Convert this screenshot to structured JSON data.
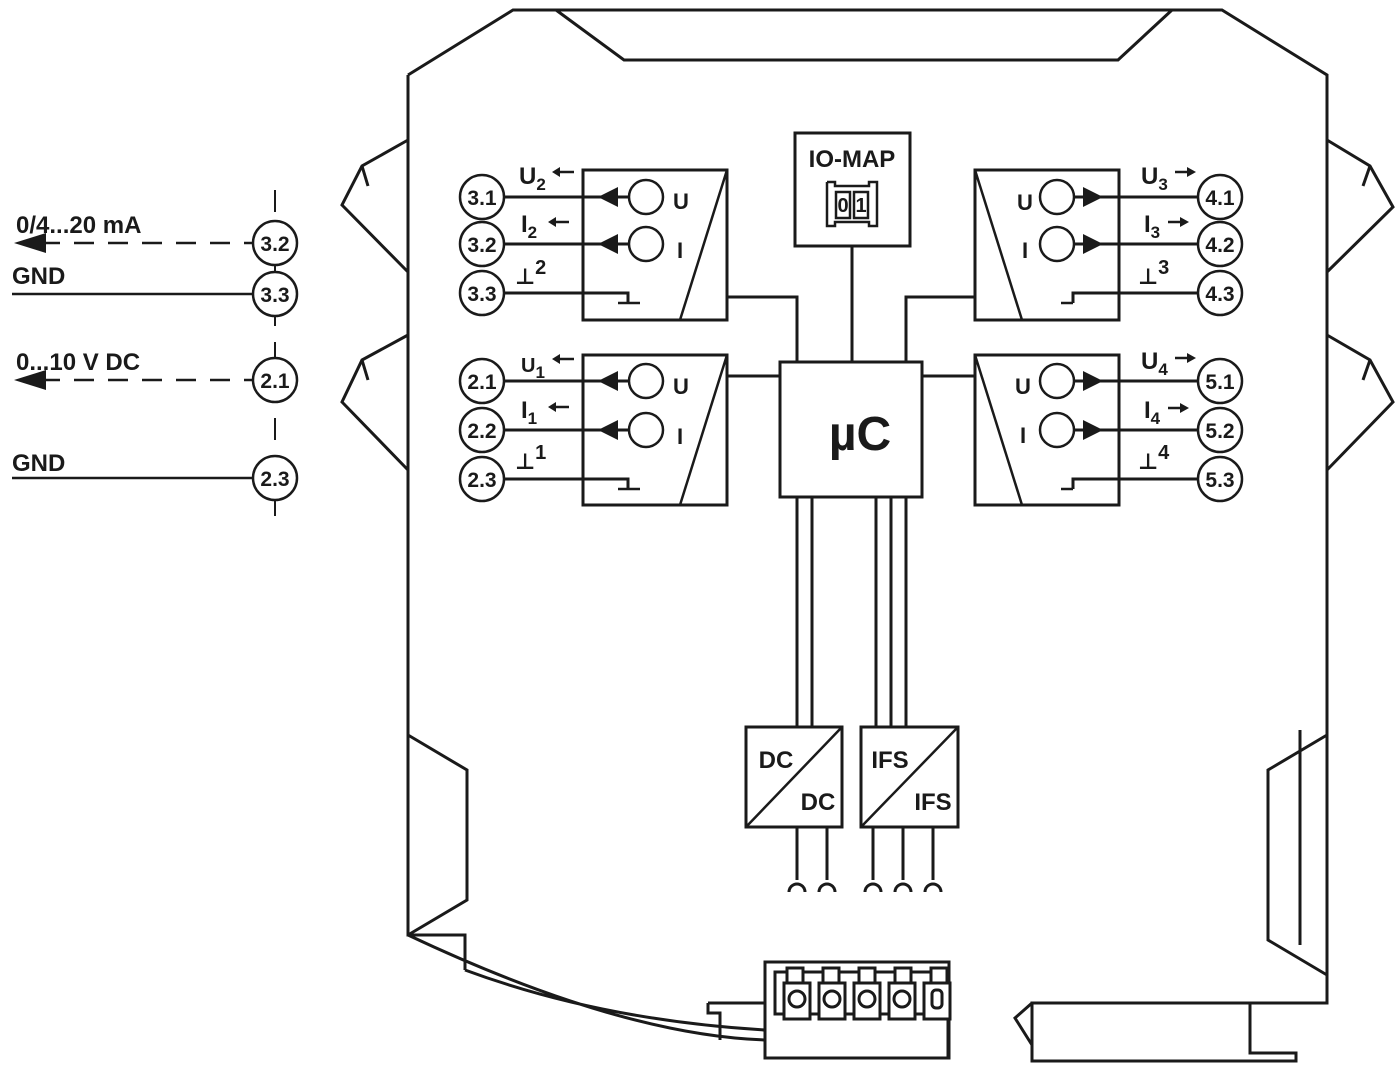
{
  "field_side": {
    "signal_top": "0/4...20 mA",
    "gnd_top": "GND",
    "signal_bottom": "0...10 V DC",
    "gnd_bottom": "GND",
    "terminals": [
      "3.2",
      "3.3",
      "2.1",
      "2.3"
    ]
  },
  "io_map": {
    "title": "IO-MAP",
    "switch_left": "0",
    "switch_right": "1"
  },
  "processor": {
    "label": "µC"
  },
  "power": {
    "in_label": "DC",
    "out_label": "DC"
  },
  "bus": {
    "in_label": "IFS",
    "out_label": "IFS"
  },
  "input_channels": [
    {
      "id": "ch2",
      "terminals": [
        "3.1",
        "3.2",
        "3.3"
      ],
      "u_main": "U",
      "u_sub": "2",
      "i_main": "I",
      "i_sub": "2",
      "gnd_sym": "⊥",
      "gnd_idx": "2",
      "port_u": "U",
      "port_i": "I"
    },
    {
      "id": "ch1",
      "terminals": [
        "2.1",
        "2.2",
        "2.3"
      ],
      "u_main": "U",
      "u_sub": "1",
      "i_main": "I",
      "i_sub": "1",
      "gnd_sym": "⊥",
      "gnd_idx": "1",
      "port_u": "U",
      "port_i": "I"
    }
  ],
  "output_channels": [
    {
      "id": "ch3",
      "terminals": [
        "4.1",
        "4.2",
        "4.3"
      ],
      "u_main": "U",
      "u_sub": "3",
      "i_main": "I",
      "i_sub": "3",
      "gnd_sym": "⊥",
      "gnd_idx": "3",
      "port_u": "U",
      "port_i": "I"
    },
    {
      "id": "ch4",
      "terminals": [
        "5.1",
        "5.2",
        "5.3"
      ],
      "u_main": "U",
      "u_sub": "4",
      "i_main": "I",
      "i_sub": "4",
      "gnd_sym": "⊥",
      "gnd_idx": "4",
      "port_u": "U",
      "port_i": "I"
    }
  ]
}
